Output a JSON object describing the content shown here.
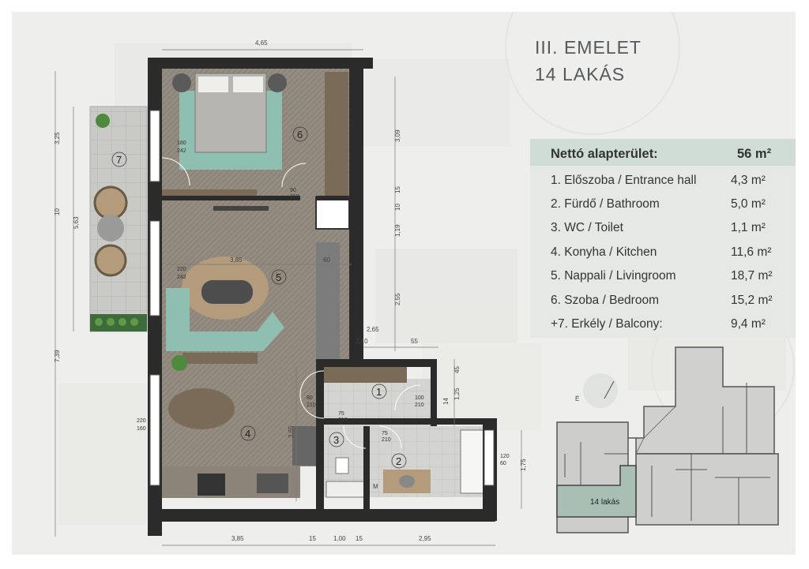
{
  "title": {
    "floor": "III. EMELET",
    "unit": "14 LAKÁS"
  },
  "area_table": {
    "total": {
      "label": "Nettó alapterület:",
      "value": "56 m²"
    },
    "rooms": [
      {
        "label": "1. Előszoba / Entrance hall",
        "value": "4,3 m²"
      },
      {
        "label": "2. Fürdő / Bathroom",
        "value": "5,0 m²"
      },
      {
        "label": "3. WC / Toilet",
        "value": "1,1 m²"
      },
      {
        "label": "4. Konyha / Kitchen",
        "value": "11,6 m²"
      },
      {
        "label": "5. Nappali / Livingroom",
        "value": "18,7 m²"
      },
      {
        "label": "6. Szoba / Bedroom",
        "value": "15,2 m²"
      },
      {
        "label": "+7. Erkély / Balcony:",
        "value": "9,4 m²"
      }
    ]
  },
  "room_numbers": {
    "r1": "1",
    "r2": "2",
    "r3": "3",
    "r4": "4",
    "r5": "5",
    "r6": "6",
    "r7": "7",
    "meter": "M"
  },
  "dimensions": {
    "top_width": "4,65",
    "bottom": [
      "3,85",
      "15",
      "1,00",
      "15",
      "2,95"
    ],
    "left_outer": [
      "3,25",
      "10",
      "5,63",
      "7,39"
    ],
    "right_vertical": [
      "3,09",
      "15",
      "10",
      "1,19",
      "2,55"
    ],
    "living_width": "3,85",
    "kitchen_height": "3,65",
    "corridor_60": "60",
    "hall": [
      "2,65",
      "2,10",
      "55",
      "45",
      "1,25",
      "14"
    ],
    "bath_height": "1,75",
    "window_balcony_1": [
      "180",
      "242"
    ],
    "window_balcony_2": [
      "220",
      "242"
    ],
    "window_kitchen": [
      "220",
      "160"
    ],
    "window_bath": [
      "120",
      "60"
    ],
    "doors": [
      "90",
      "210",
      "80",
      "210",
      "100",
      "210",
      "75",
      "210",
      "75",
      "210"
    ]
  },
  "compass": {
    "north_label": "É"
  },
  "key_plan": {
    "unit_label": "14 lakás"
  },
  "colors": {
    "floor_wood": "#928a7f",
    "wall": "#2b2b2b",
    "accent_green": "#8fbfb1",
    "table_head": "#cfddd6",
    "key_plan_fill": "#a9bfb4",
    "background": "#eeeeec"
  }
}
